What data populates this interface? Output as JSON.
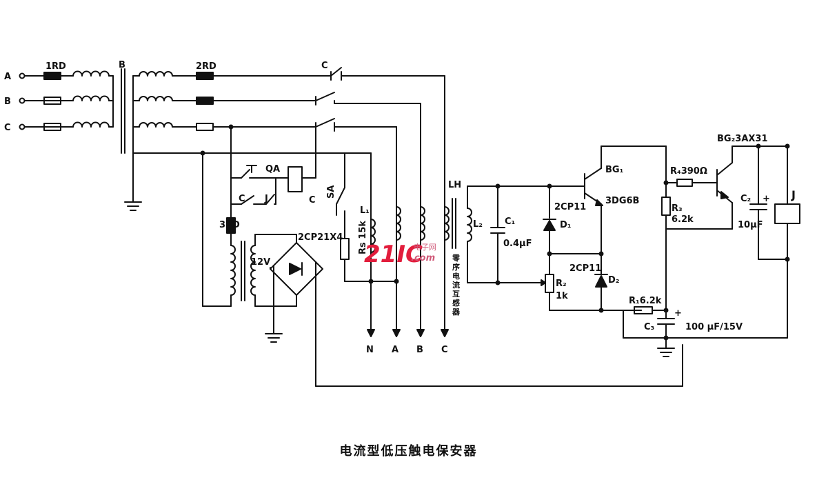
{
  "title": "电流型低压触电保安器",
  "labels": {
    "phase_a_in": "A",
    "phase_b_in": "B",
    "phase_c_in": "C",
    "fuse_1rd": "1RD",
    "transformer_b": "B",
    "fuse_2rd": "2RD",
    "contactor_c_top": "C",
    "qa": "QA",
    "c_contact": "C",
    "j_contact": "J",
    "coil_c": "C",
    "sa": "SA",
    "fuse_3rd": "3RD",
    "v12": "12V",
    "bridge": "2CP21X4",
    "l1": "L₁",
    "rs": "Rs 15k",
    "out_n": "N",
    "out_a": "A",
    "out_b": "B",
    "out_c": "C",
    "lh": "LH",
    "ct_note": "零序电流互感器",
    "l2": "L₂",
    "c1": "C₁",
    "c1_val": "0.4μF",
    "d1_type": "2CP11",
    "d1": "D₁",
    "r2": "R₂",
    "r2_val": "1k",
    "d2_type": "2CP11",
    "d2": "D₂",
    "bg1": "BG₁",
    "bg1_type": "3DG6B",
    "r1": "R₁6.2k",
    "c3": "C₃",
    "c3_val": "100 μF/15V",
    "r4": "R₄390Ω",
    "r3": "R₃",
    "r3_val": "6.2k",
    "bg2": "BG₂3AX31",
    "c2": "C₂",
    "c2_plus": "+",
    "c2_val": "10μF",
    "c3_plus": "+",
    "relay_j": "J"
  },
  "watermark": {
    "logo": "21IC",
    "cn": "电子网",
    "domain": ".com"
  }
}
